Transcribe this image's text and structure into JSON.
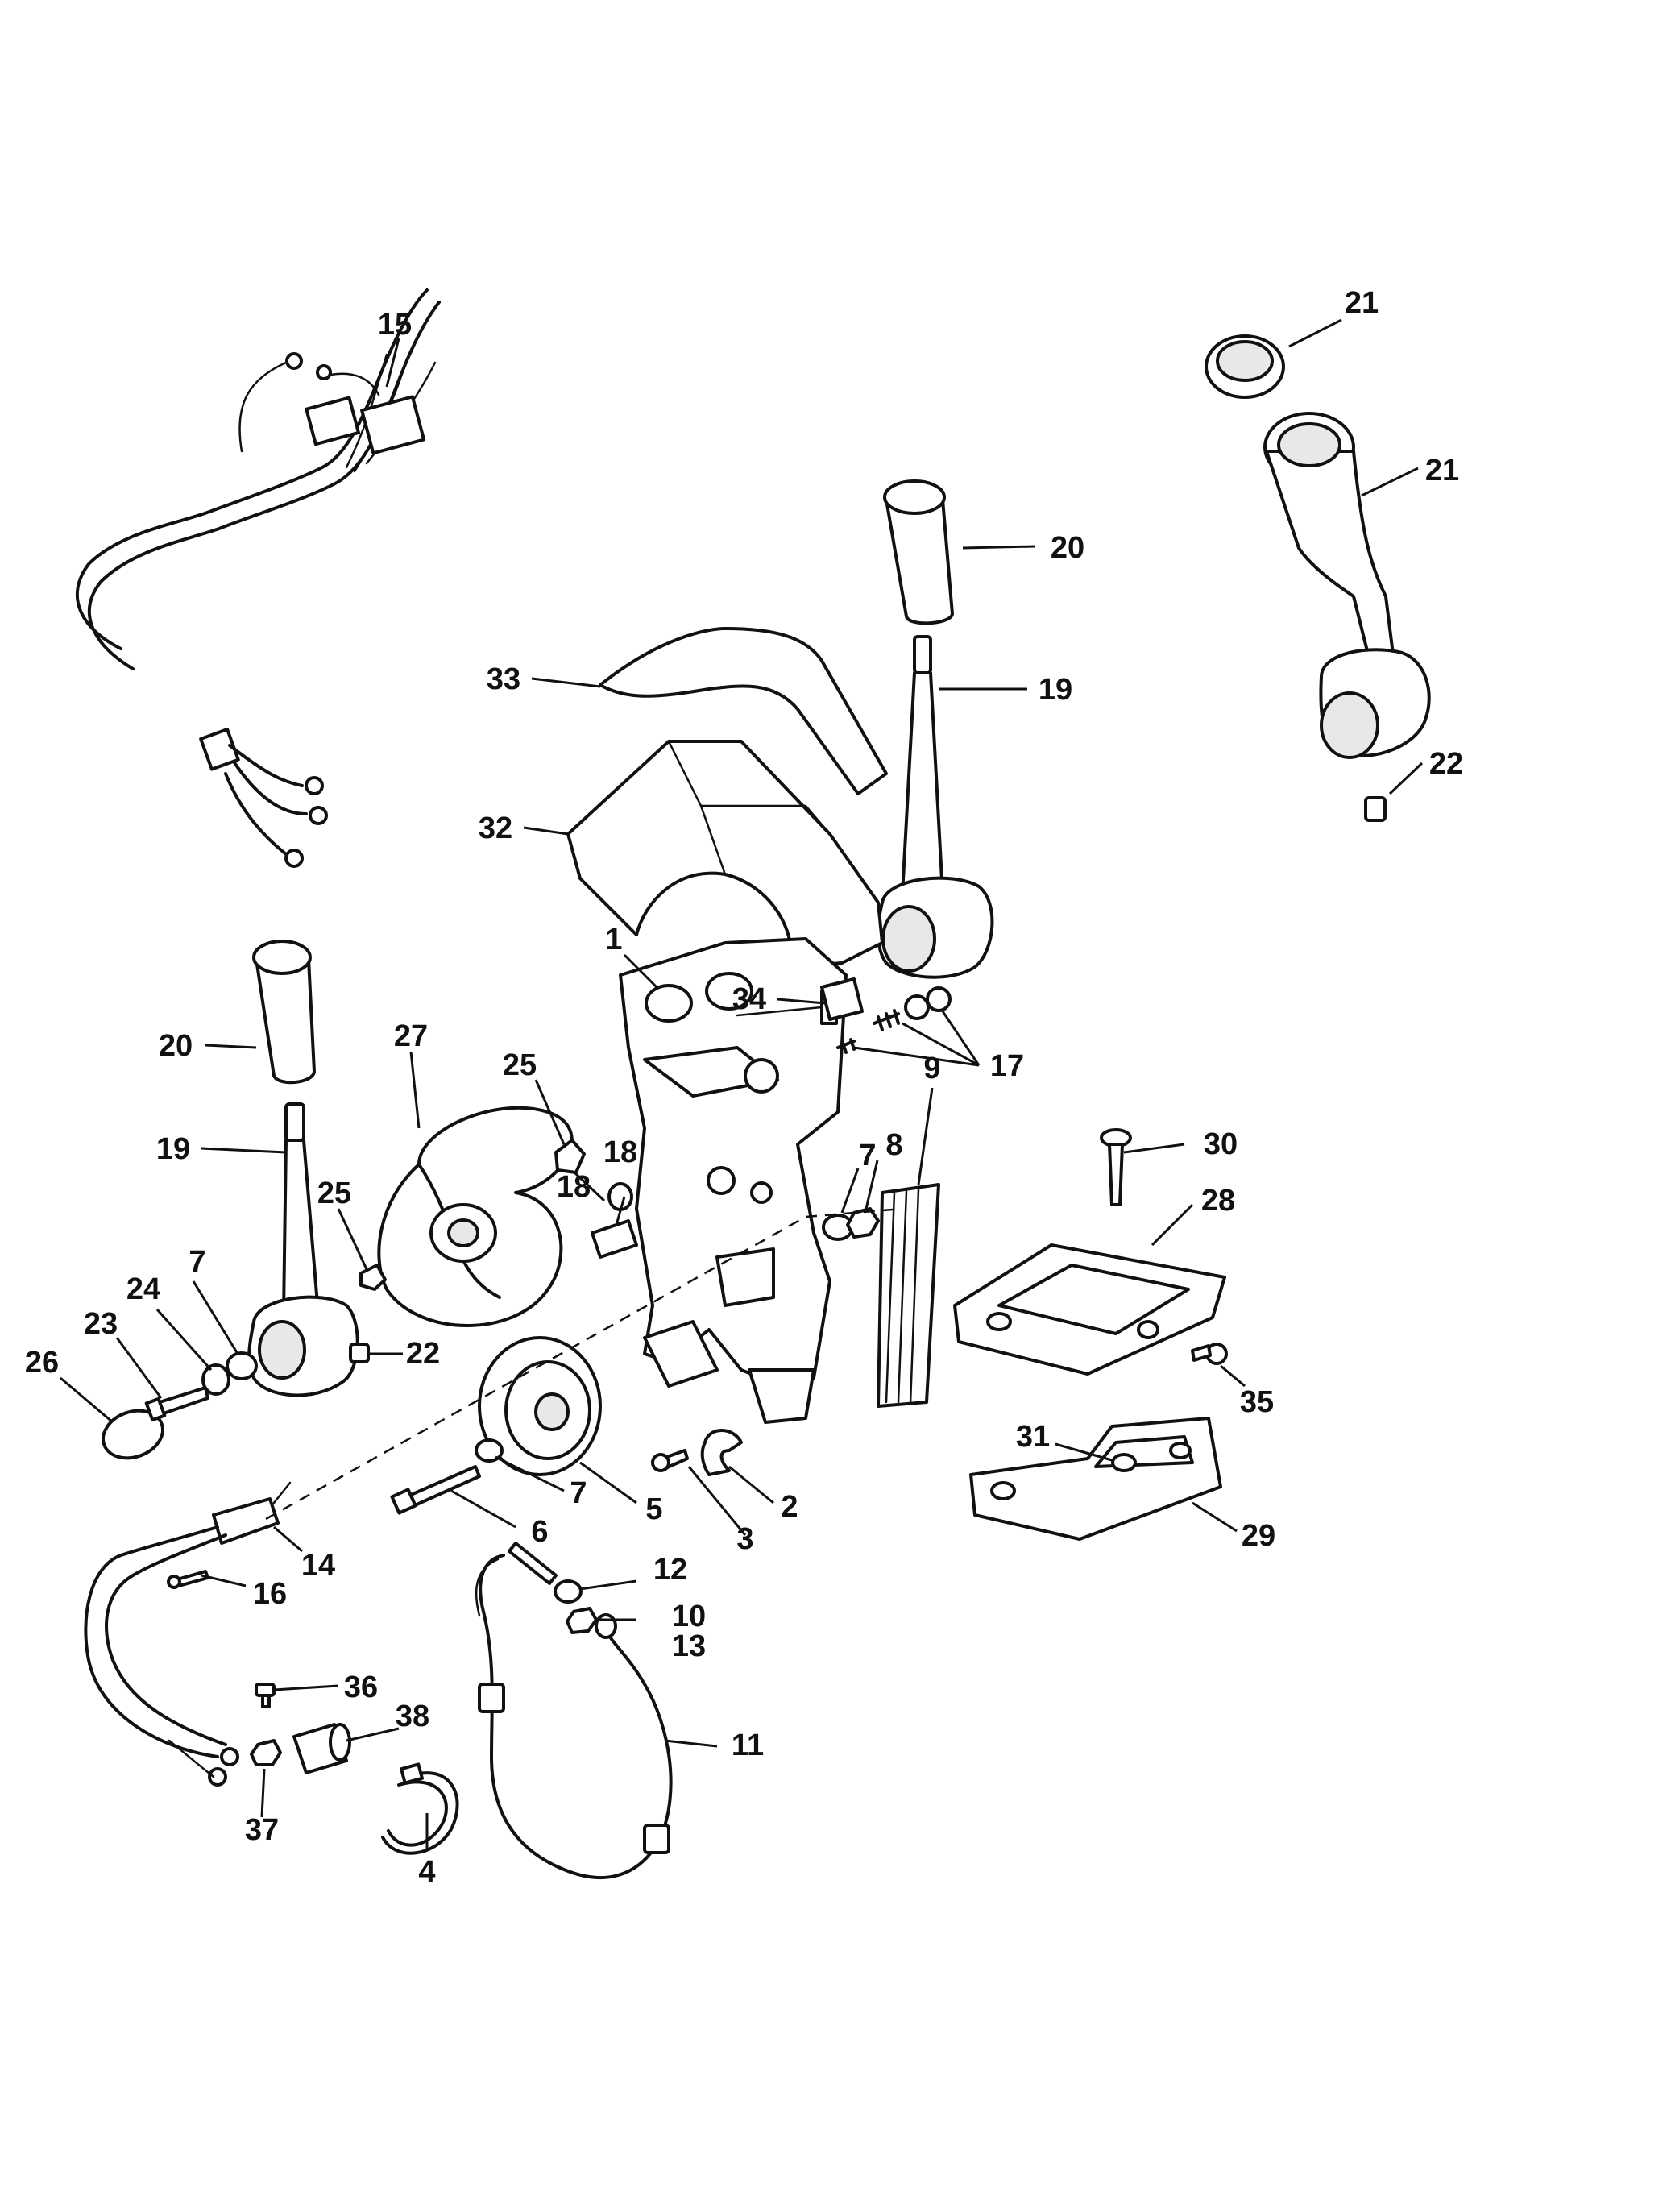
{
  "callouts": [
    {
      "id": "c1",
      "text": "1"
    },
    {
      "id": "c2",
      "text": "2"
    },
    {
      "id": "c3",
      "text": "3"
    },
    {
      "id": "c4",
      "text": "4"
    },
    {
      "id": "c5",
      "text": "5"
    },
    {
      "id": "c6",
      "text": "6"
    },
    {
      "id": "c7a",
      "text": "7"
    },
    {
      "id": "c7b",
      "text": "7"
    },
    {
      "id": "c7c",
      "text": "7"
    },
    {
      "id": "c8",
      "text": "8"
    },
    {
      "id": "c9",
      "text": "9"
    },
    {
      "id": "c10",
      "text": "10"
    },
    {
      "id": "c11",
      "text": "11"
    },
    {
      "id": "c12",
      "text": "12"
    },
    {
      "id": "c13",
      "text": "13"
    },
    {
      "id": "c14",
      "text": "14"
    },
    {
      "id": "c15",
      "text": "15"
    },
    {
      "id": "c16",
      "text": "16"
    },
    {
      "id": "c17",
      "text": "17"
    },
    {
      "id": "c18a",
      "text": "18"
    },
    {
      "id": "c18b",
      "text": "18"
    },
    {
      "id": "c19a",
      "text": "19"
    },
    {
      "id": "c19b",
      "text": "19"
    },
    {
      "id": "c20a",
      "text": "20"
    },
    {
      "id": "c20b",
      "text": "20"
    },
    {
      "id": "c21a",
      "text": "21"
    },
    {
      "id": "c21b",
      "text": "21"
    },
    {
      "id": "c22a",
      "text": "22"
    },
    {
      "id": "c22b",
      "text": "22"
    },
    {
      "id": "c23",
      "text": "23"
    },
    {
      "id": "c24",
      "text": "24"
    },
    {
      "id": "c25a",
      "text": "25"
    },
    {
      "id": "c25b",
      "text": "25"
    },
    {
      "id": "c26",
      "text": "26"
    },
    {
      "id": "c27",
      "text": "27"
    },
    {
      "id": "c28",
      "text": "28"
    },
    {
      "id": "c29",
      "text": "29"
    },
    {
      "id": "c30",
      "text": "30"
    },
    {
      "id": "c31",
      "text": "31"
    },
    {
      "id": "c32",
      "text": "32"
    },
    {
      "id": "c33",
      "text": "33"
    },
    {
      "id": "c34",
      "text": "34"
    },
    {
      "id": "c35",
      "text": "35"
    },
    {
      "id": "c36",
      "text": "36"
    },
    {
      "id": "c37",
      "text": "37"
    },
    {
      "id": "c38",
      "text": "38"
    }
  ]
}
